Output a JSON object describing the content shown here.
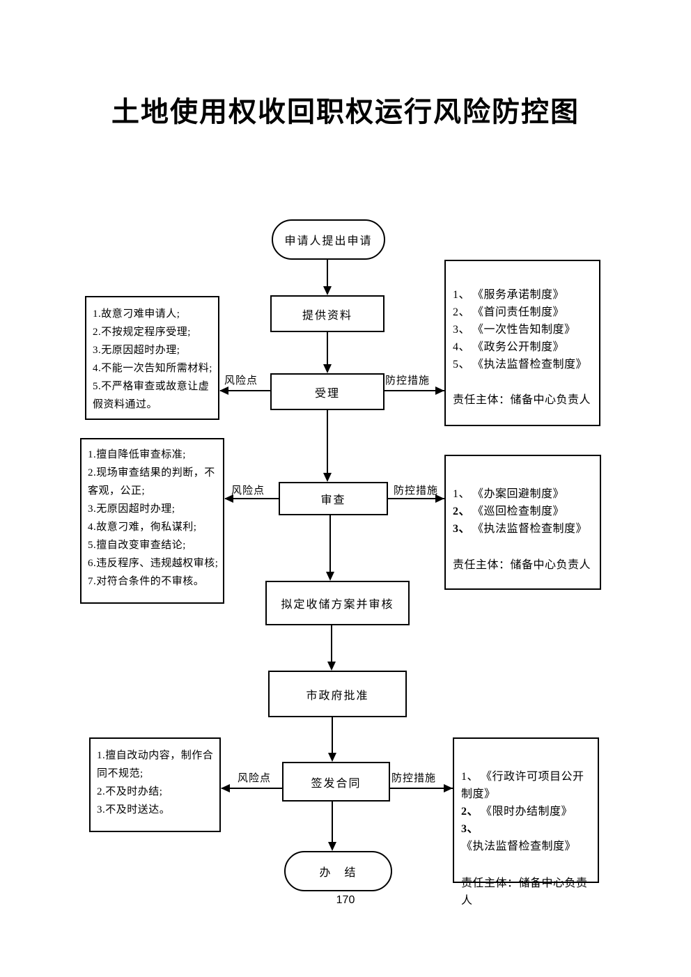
{
  "title": "土地使用权收回职权运行风险防控图",
  "page_number": "170",
  "flow": {
    "start": "申请人提出申请",
    "provide": "提供资料",
    "accept": "受理",
    "review": "审查",
    "plan": "拟定收储方案并审核",
    "approve": "市政府批准",
    "sign": "签发合同",
    "end": "办　结"
  },
  "arrow_labels": {
    "risk": "风险点",
    "control": "防控措施"
  },
  "risk_boxes": {
    "accept": {
      "items": [
        "1.故意刁难申请人;",
        "2.不按规定程序受理;",
        "3.无原因超时办理;",
        "4.不能一次告知所需材料;",
        "5.不严格审查或故意让虚假资料通过。"
      ]
    },
    "review": {
      "items": [
        "1.擅自降低审查标准;",
        "2.现场审查结果的判断，不客观，公正;",
        "3.无原因超时办理;",
        "4.故意刁难，徇私谋利;",
        "5.擅自改变审查结论;",
        "6.违反程序、违规越权审核;",
        "7.对符合条件的不审核。"
      ]
    },
    "sign": {
      "items": [
        "1.擅自改动内容，制作合同不规范;",
        "2.不及时办结;",
        "3.不及时送达。"
      ]
    }
  },
  "control_boxes": {
    "accept": {
      "items": [
        {
          "num": "1、",
          "text": "《服务承诺制度》"
        },
        {
          "num": "2、",
          "text": "《首问责任制度》"
        },
        {
          "num": "3、",
          "text": "《一次性告知制度》"
        },
        {
          "num": "4、",
          "text": "《政务公开制度》"
        },
        {
          "num": "5、",
          "text": "《执法监督检查制度》"
        }
      ],
      "owner": "责任主体：储备中心负责人"
    },
    "review": {
      "items": [
        {
          "num": "1、",
          "text": "《办案回避制度》"
        },
        {
          "num": "2、",
          "text": "《巡回检查制度》"
        },
        {
          "num": "3、",
          "text": "《执法监督检查制度》"
        }
      ],
      "owner": "责任主体：储备中心负责人"
    },
    "sign": {
      "items": [
        {
          "num": "1、",
          "text": "《行政许可项目公开制度》"
        },
        {
          "num": "2、",
          "text": "《限时办结制度》"
        },
        {
          "num": "3、",
          "text": "《执法监督检查制度》"
        }
      ],
      "owner": "责任主体：储备中心负责人"
    }
  }
}
